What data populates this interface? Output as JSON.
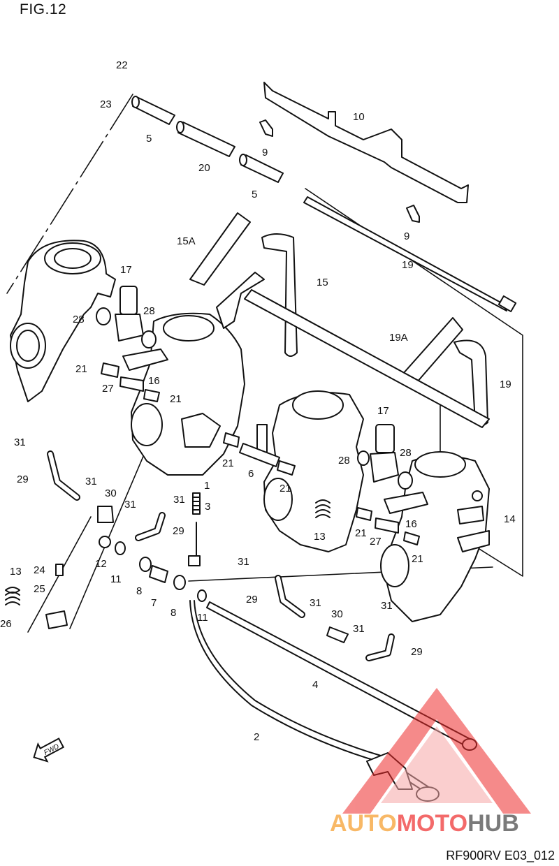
{
  "figure": {
    "title": "FIG.12",
    "code": "RF900RV E03_012"
  },
  "brand": {
    "part1": "AUTO",
    "part2": "MOTO",
    "part3": "HUB"
  },
  "direction_label": "FWD",
  "colors": {
    "line": "#111111",
    "logo_red": "#ee2b2b",
    "logo_orange": "#f5a033",
    "logo_gray": "#7a7a7a"
  },
  "callouts": [
    "22",
    "23",
    "5",
    "20",
    "5",
    "10",
    "9",
    "9",
    "19",
    "15A",
    "15",
    "17",
    "28",
    "28",
    "21",
    "27",
    "16",
    "21",
    "19A",
    "19",
    "31",
    "29",
    "31",
    "30",
    "31",
    "1",
    "31",
    "3",
    "29",
    "21",
    "6",
    "21",
    "17",
    "28",
    "28",
    "13",
    "21",
    "27",
    "16",
    "21",
    "14",
    "13",
    "24",
    "25",
    "26",
    "12",
    "11",
    "8",
    "7",
    "8",
    "11",
    "31",
    "29",
    "31",
    "30",
    "31",
    "31",
    "29",
    "4",
    "2"
  ]
}
